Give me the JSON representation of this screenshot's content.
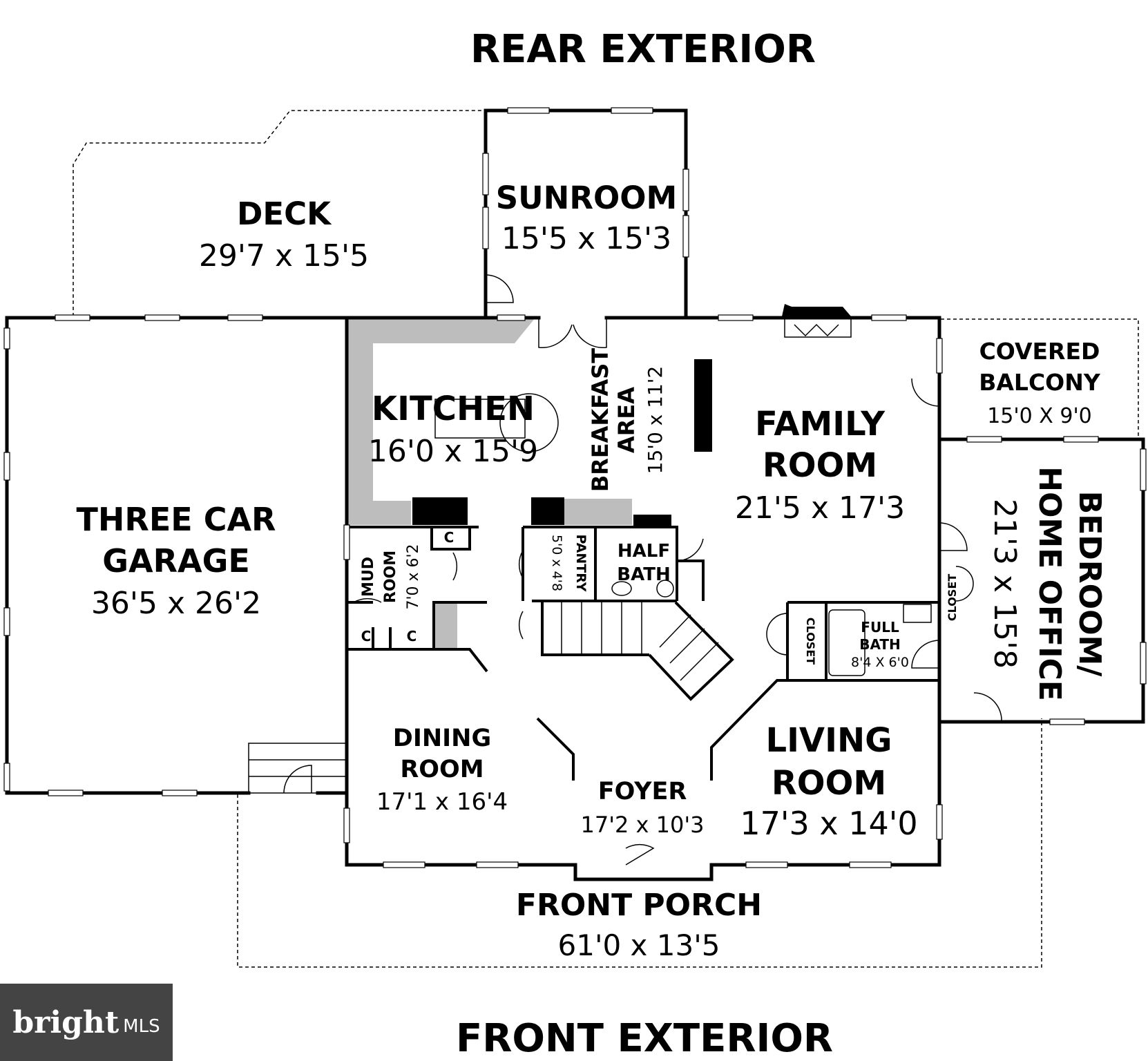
{
  "labels": {
    "rear_exterior": "REAR EXTERIOR",
    "front_exterior": "FRONT EXTERIOR"
  },
  "rooms": {
    "deck": {
      "name": "DECK",
      "dims": "29'7 x 15'5"
    },
    "sunroom": {
      "name": "SUNROOM",
      "dims": "15'5 x 15'3"
    },
    "kitchen": {
      "name": "KITCHEN",
      "dims": "16'0 x 15'9"
    },
    "breakfast": {
      "name1": "BREAKFAST",
      "name2": "AREA",
      "dims": "15'0 x 11'2"
    },
    "family": {
      "name1": "FAMILY",
      "name2": "ROOM",
      "dims": "21'5 x 17'3"
    },
    "balcony": {
      "name1": "COVERED",
      "name2": "BALCONY",
      "dims": "15'0 X 9'0"
    },
    "bedroom": {
      "name1": "BEDROOM/",
      "name2": "HOME OFFICE",
      "dims": "21'3 x 15'8"
    },
    "garage": {
      "name1": "THREE CAR",
      "name2": "GARAGE",
      "dims": "36'5 x 26'2"
    },
    "mud": {
      "name1": "MUD",
      "name2": "ROOM",
      "dims": "7'0 x 6'2"
    },
    "pantry": {
      "name": "PANTRY",
      "dims": "5'0 x 4'8"
    },
    "half_bath": {
      "name1": "HALF",
      "name2": "BATH"
    },
    "full_bath": {
      "name1": "FULL",
      "name2": "BATH",
      "dims": "8'4 X 6'0"
    },
    "dining": {
      "name1": "DINING",
      "name2": "ROOM",
      "dims": "17'1 x 16'4"
    },
    "foyer": {
      "name": "FOYER",
      "dims": "17'2 x 10'3"
    },
    "living": {
      "name1": "LIVING",
      "name2": "ROOM",
      "dims": "17'3 x 14'0"
    },
    "porch": {
      "name": "FRONT PORCH",
      "dims": "61'0 x 13'5"
    }
  },
  "closets": {
    "c": "C",
    "closet": "CLOSET"
  },
  "logo": {
    "brand": "bright",
    "suffix": "MLS"
  }
}
